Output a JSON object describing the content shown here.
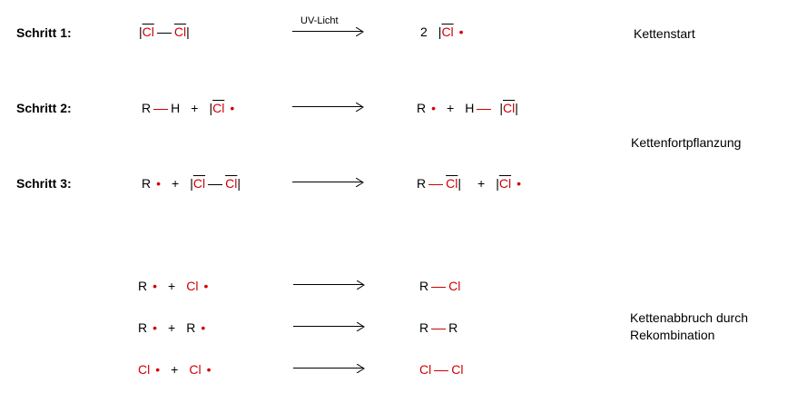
{
  "steps": [
    {
      "label": "Schritt 1:"
    },
    {
      "label": "Schritt 2:"
    },
    {
      "label": "Schritt 3:"
    }
  ],
  "arrow_label": "UV-Licht",
  "notes": {
    "start": "Kettenstart",
    "fortpflanzung": "Kettenfortpflanzung",
    "abbruch_line1": "Kettenabbruch durch",
    "abbruch_line2": "Rekombination"
  },
  "symbols": {
    "cl": "Cl",
    "r": "R",
    "h": "H",
    "plus": "+",
    "coef2": "2",
    "lone_pair": "|",
    "radical_dot": "•"
  },
  "colors": {
    "chlorine": "#d00000",
    "text": "#000000"
  }
}
